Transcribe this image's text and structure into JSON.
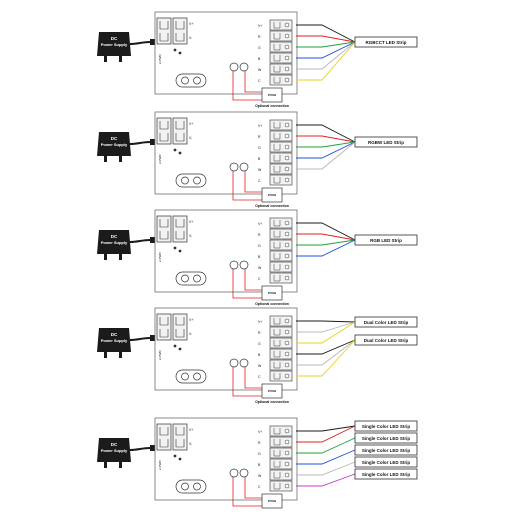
{
  "power_supply": {
    "line1": "DC",
    "line2": "Power Supply"
  },
  "controller": {
    "input_labels": [
      "V+",
      "V-"
    ],
    "side_label": "2-PWR",
    "terminal_letters": [
      "V+",
      "R",
      "G",
      "B",
      "W",
      "C"
    ]
  },
  "optional": {
    "box_line1": "PUSH",
    "box_line2": "",
    "caption": "Optional connection"
  },
  "wire_colors": {
    "black": "#1a1a1a",
    "red": "#e02020",
    "green": "#1fa23a",
    "blue": "#1f4fd8",
    "white": "#b8b8b8",
    "yellow": "#e8d21c",
    "magenta": "#c43cc4",
    "frame": "#6e6e6e"
  },
  "diagrams": [
    {
      "id": "rgbcct",
      "strip_labels": [
        "RGBCCT LED Strip"
      ],
      "wires": [
        "black",
        "red",
        "green",
        "blue",
        "white",
        "yellow"
      ]
    },
    {
      "id": "rgbw",
      "strip_labels": [
        "RGBW LED Strip"
      ],
      "wires": [
        "black",
        "red",
        "green",
        "blue",
        "white"
      ]
    },
    {
      "id": "rgb",
      "strip_labels": [
        "RGB LED Strip"
      ],
      "wires": [
        "black",
        "red",
        "green",
        "blue"
      ]
    },
    {
      "id": "dual",
      "strip_labels": [
        "Dual Color LED Strip",
        "Dual Color LED Strip"
      ],
      "wires": [
        "black",
        "white",
        "yellow",
        "black",
        "white",
        "yellow"
      ]
    },
    {
      "id": "single",
      "strip_labels": [
        "Single Color LED Strip",
        "Single Color LED Strip",
        "Single Color LED Strip",
        "Single Color LED Strip",
        "Single Color LED Strip"
      ],
      "wires": [
        "black",
        "red",
        "green",
        "blue",
        "white",
        "magenta"
      ]
    }
  ]
}
